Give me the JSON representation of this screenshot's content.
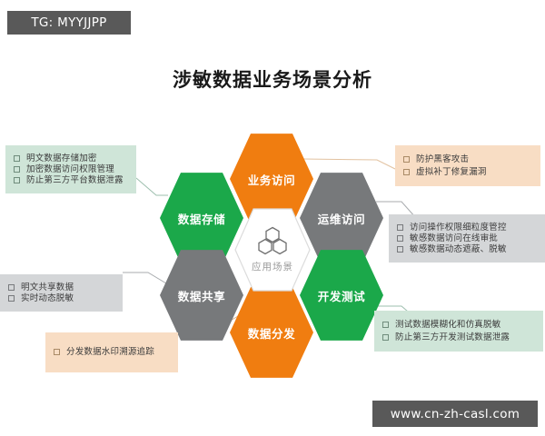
{
  "watermarks": {
    "top_tag": "TG: MYYJJPP",
    "bottom_url": "www.cn-zh-casl.com"
  },
  "title": "涉敏数据业务场景分析",
  "colors": {
    "green": "#1ba84a",
    "gray": "#77797b",
    "orange": "#f07d10",
    "green_box": "#cfe5d8",
    "gray_box": "#d4d6d8",
    "orange_box": "#f8ddc4",
    "watermark_bg": "#595959"
  },
  "center": {
    "label": "应用场景",
    "icon": "honeycomb-icon"
  },
  "hexagons": [
    {
      "id": "biz",
      "label": "业务访问",
      "color": "orange"
    },
    {
      "id": "storage",
      "label": "数据存储",
      "color": "green"
    },
    {
      "id": "ops",
      "label": "运维访问",
      "color": "gray"
    },
    {
      "id": "share",
      "label": "数据共享",
      "color": "gray"
    },
    {
      "id": "devtest",
      "label": "开发测试",
      "color": "green"
    },
    {
      "id": "dist",
      "label": "数据分发",
      "color": "orange"
    }
  ],
  "callouts": {
    "storage": {
      "style": "green",
      "items": [
        "明文数据存储加密",
        "加密数据访问权限管理",
        "防止第三方平台数据泄露"
      ]
    },
    "share": {
      "style": "gray",
      "items": [
        "明文共享数据",
        "实时动态脱敏"
      ]
    },
    "dist": {
      "style": "orange",
      "items": [
        "分发数据水印溯源追踪"
      ]
    },
    "biz": {
      "style": "orange",
      "items": [
        "防护黑客攻击",
        "虚拟补丁修复漏洞"
      ]
    },
    "ops": {
      "style": "gray",
      "items": [
        "访问操作权限细粒度管控",
        "敏感数据访问在线审批",
        "敏感数据动态遮蔽、脱敏"
      ]
    },
    "devtest": {
      "style": "green",
      "items": [
        "测试数据模糊化和仿真脱敏",
        "防止第三方开发测试数据泄露"
      ]
    }
  }
}
